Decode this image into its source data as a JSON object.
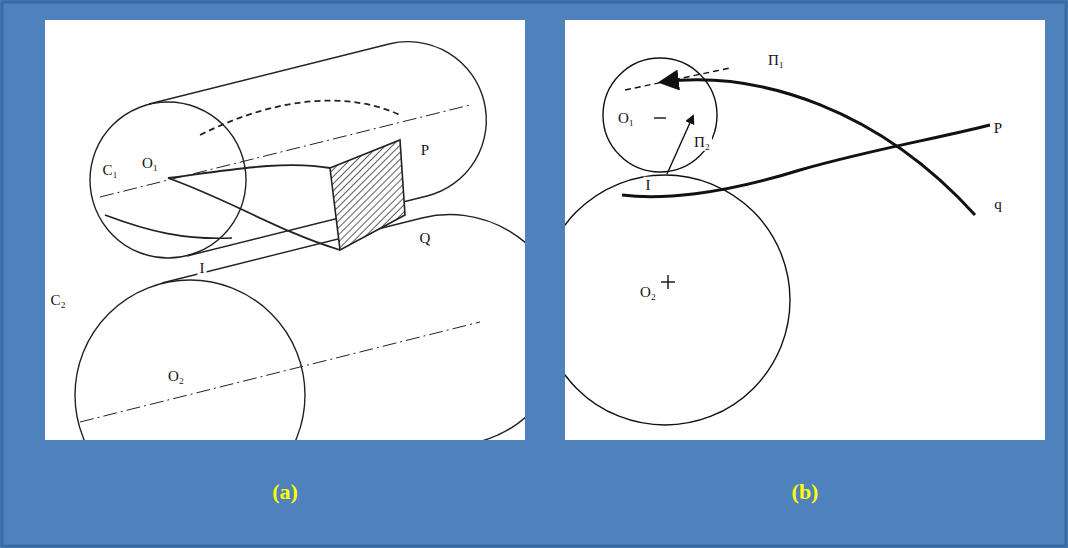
{
  "diagram": {
    "labels": [
      "O₁",
      "C₁",
      "I",
      "P",
      "Q",
      "C₂",
      "O₂",
      "Π₁",
      "O₁",
      "Π₂",
      "I",
      "P",
      "q",
      "O₂",
      "(a)",
      "(b)"
    ]
  }
}
